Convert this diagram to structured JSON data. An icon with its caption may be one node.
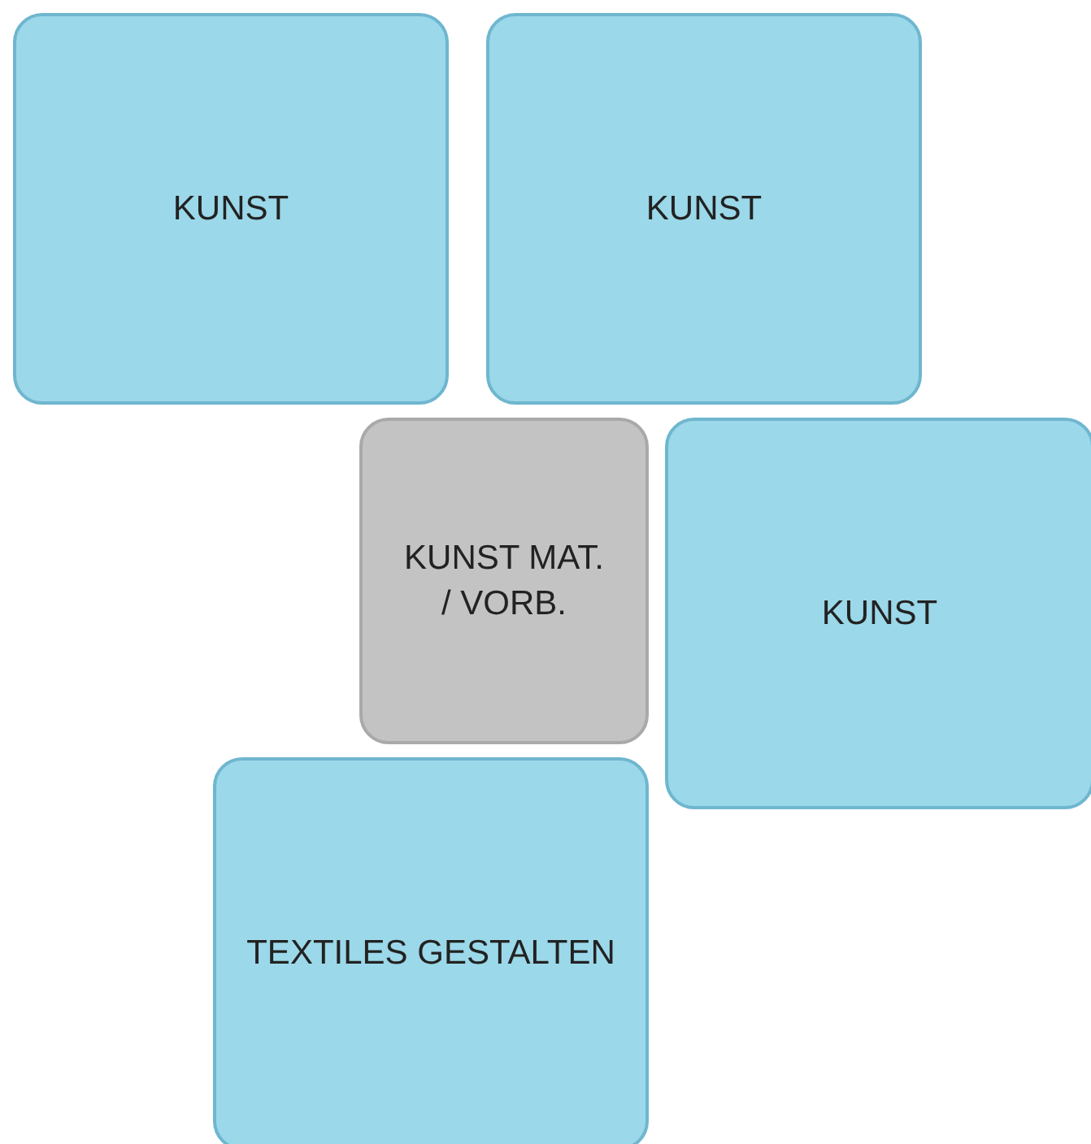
{
  "diagram": {
    "nodes": [
      {
        "text": [
          "KUNST"
        ]
      },
      {
        "text": [
          "KUNST"
        ]
      },
      {
        "text": [
          "KUNST MAT. / VORB."
        ]
      },
      {
        "text": [
          "KUNST"
        ]
      },
      {
        "text": [
          "TEXTILES GESTALTEN"
        ]
      }
    ]
  }
}
